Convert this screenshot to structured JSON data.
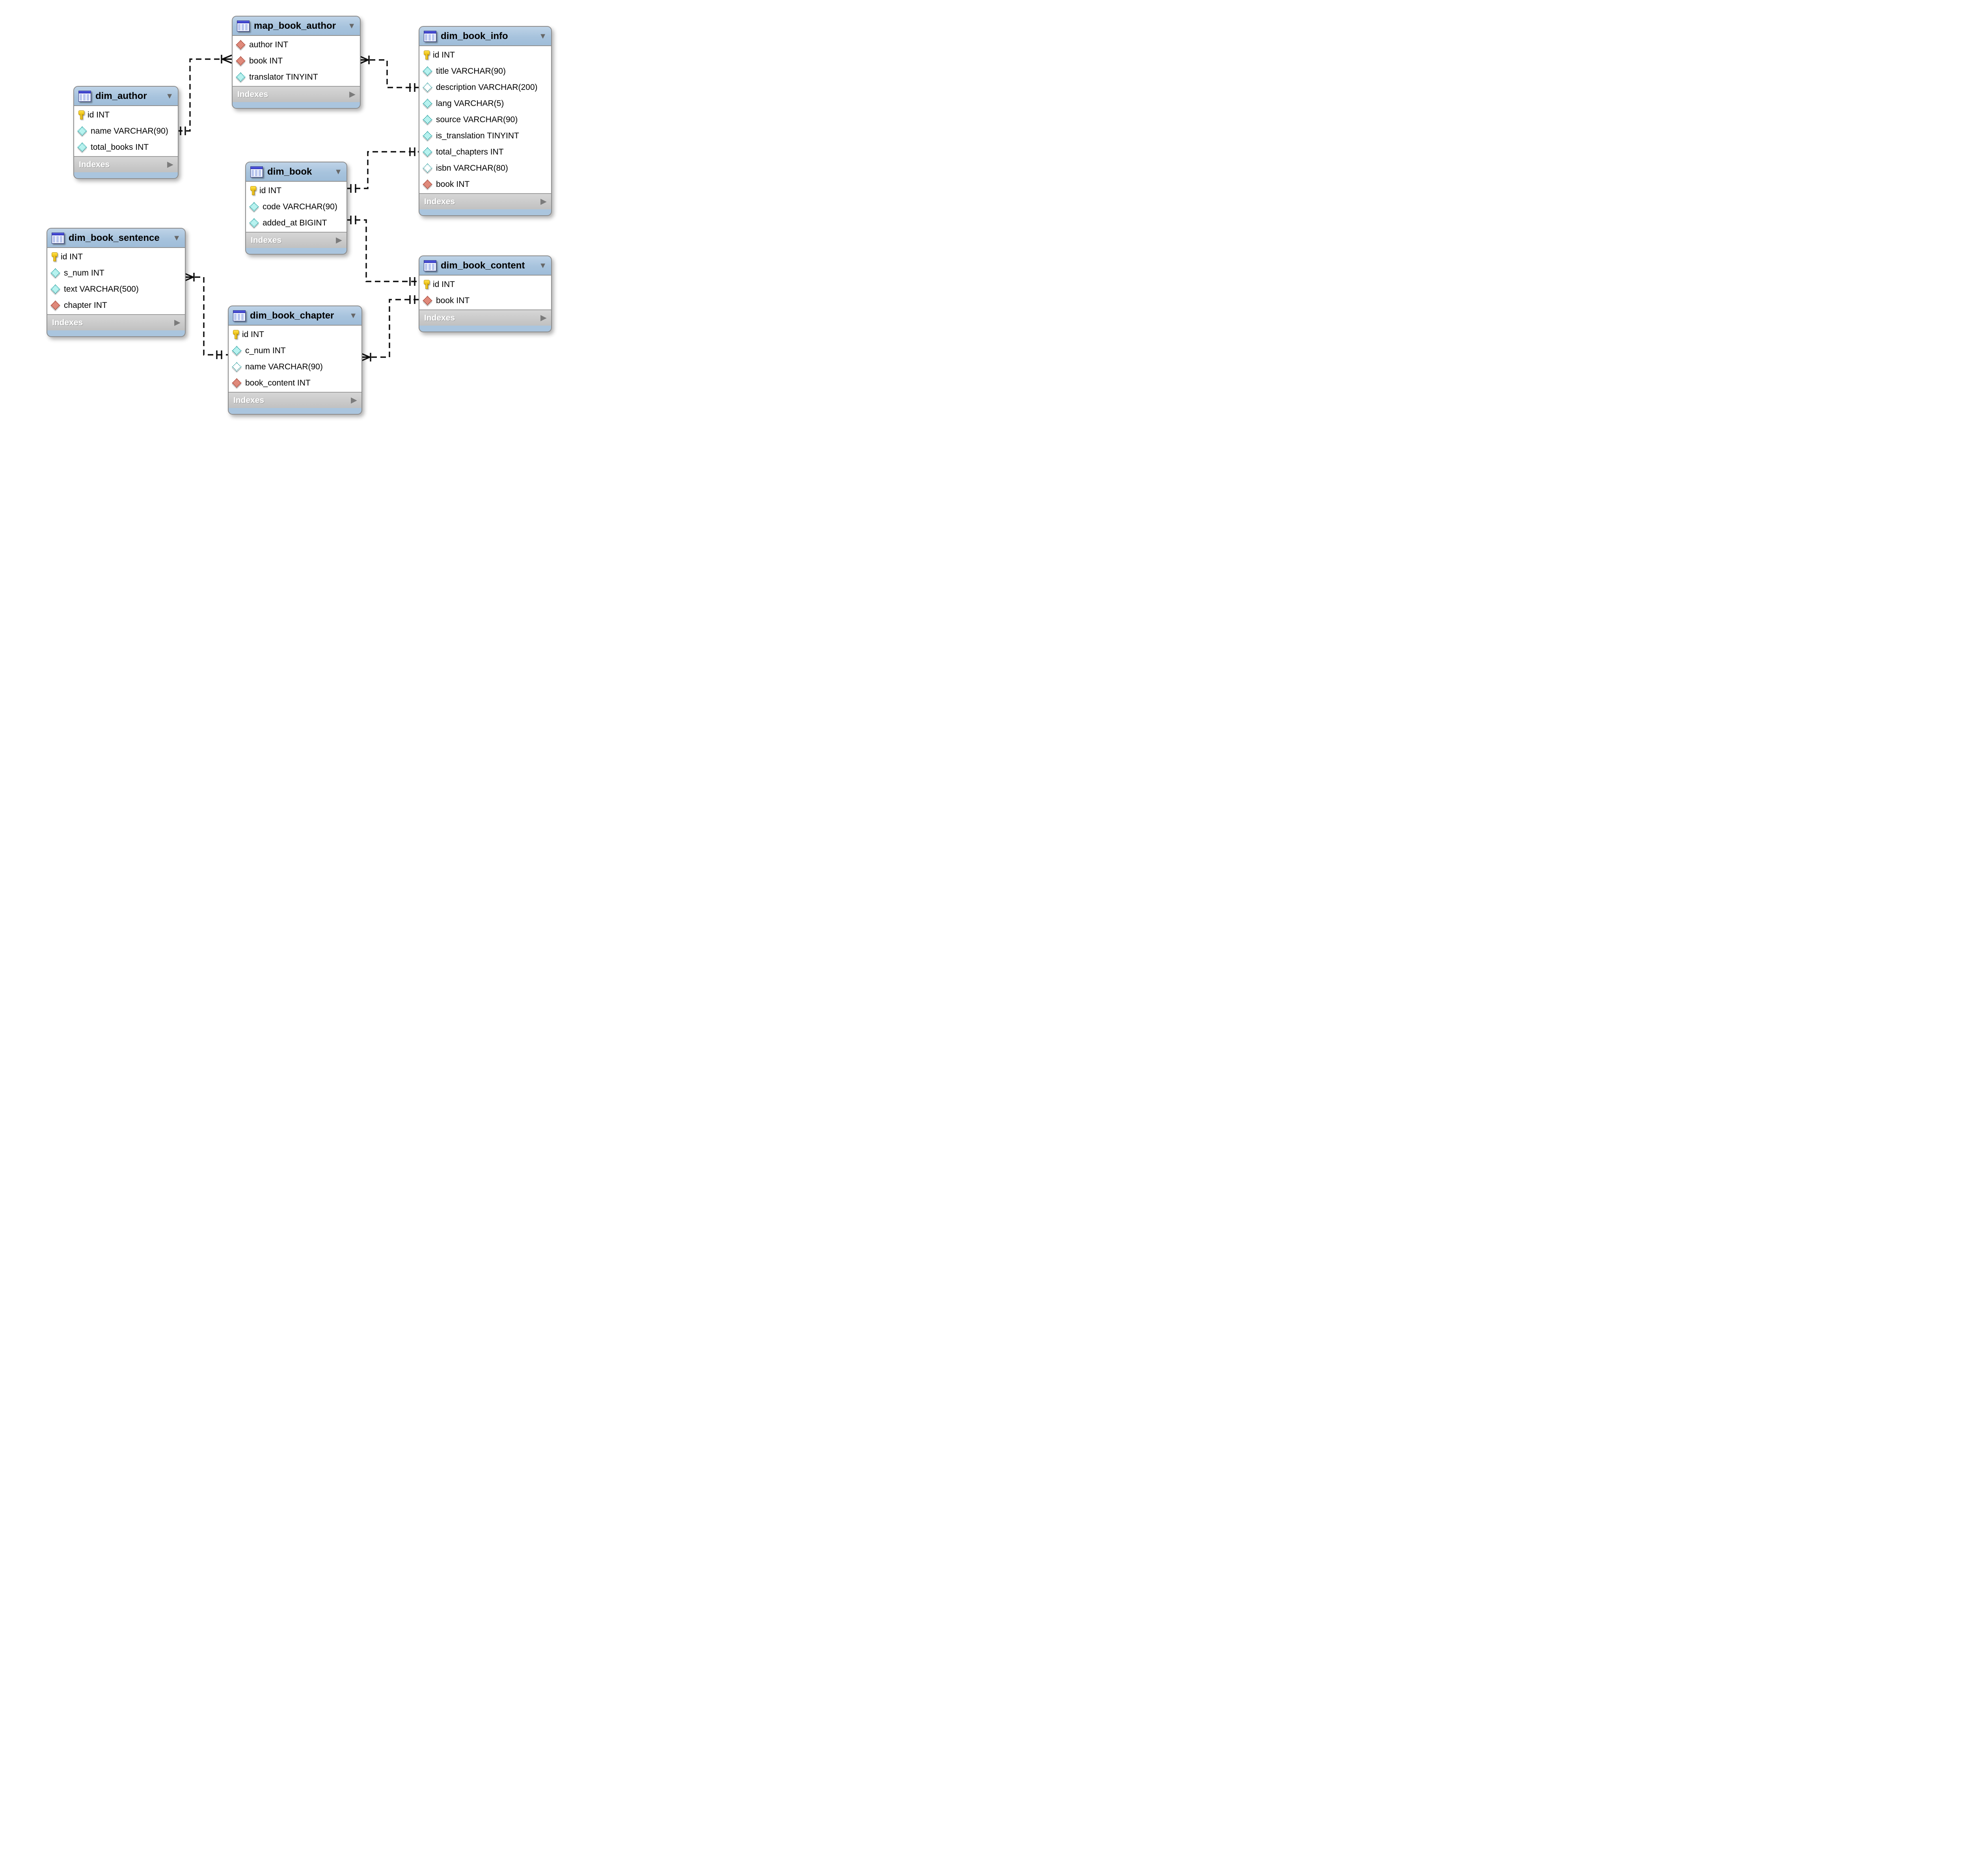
{
  "icons": {
    "collapse_glyph": "▼",
    "expander_glyph": "▶"
  },
  "palette": {
    "header_blue": "#a7c3dd",
    "frame_border": "#8d8d8d",
    "footer_gray": "#c6c6c6",
    "primary_key_gold": "#edbf0b",
    "column_diamond_teal": "#b7f2ef",
    "nullable_diamond_white": "#ffffff",
    "foreign_key_red": "#e08a7b",
    "connector_black": "#0d0d0d",
    "canvas_background": "#ffffff"
  },
  "tables": [
    {
      "title": "map_book_author",
      "footer_label": "Indexes",
      "columns": [
        {
          "label": "author INT",
          "icon": "fk-diamond-icon"
        },
        {
          "label": "book INT",
          "icon": "fk-diamond-icon"
        },
        {
          "label": "translator TINYINT",
          "icon": "column-diamond-icon"
        }
      ]
    },
    {
      "title": "dim_book_info",
      "footer_label": "Indexes",
      "columns": [
        {
          "label": "id INT",
          "icon": "primary-key-icon"
        },
        {
          "label": "title VARCHAR(90)",
          "icon": "column-diamond-icon"
        },
        {
          "label": "description VARCHAR(200)",
          "icon": "column-diamond-nullable-icon"
        },
        {
          "label": "lang VARCHAR(5)",
          "icon": "column-diamond-icon"
        },
        {
          "label": "source VARCHAR(90)",
          "icon": "column-diamond-icon"
        },
        {
          "label": "is_translation TINYINT",
          "icon": "column-diamond-icon"
        },
        {
          "label": "total_chapters INT",
          "icon": "column-diamond-icon"
        },
        {
          "label": "isbn VARCHAR(80)",
          "icon": "column-diamond-nullable-icon"
        },
        {
          "label": "book INT",
          "icon": "fk-diamond-icon"
        }
      ]
    },
    {
      "title": "dim_author",
      "footer_label": "Indexes",
      "columns": [
        {
          "label": "id INT",
          "icon": "primary-key-icon"
        },
        {
          "label": "name VARCHAR(90)",
          "icon": "column-diamond-icon"
        },
        {
          "label": "total_books INT",
          "icon": "column-diamond-icon"
        }
      ]
    },
    {
      "title": "dim_book",
      "footer_label": "Indexes",
      "columns": [
        {
          "label": "id INT",
          "icon": "primary-key-icon"
        },
        {
          "label": "code VARCHAR(90)",
          "icon": "column-diamond-icon"
        },
        {
          "label": "added_at BIGINT",
          "icon": "column-diamond-icon"
        }
      ]
    },
    {
      "title": "dim_book_sentence",
      "footer_label": "Indexes",
      "columns": [
        {
          "label": "id INT",
          "icon": "primary-key-icon"
        },
        {
          "label": "s_num INT",
          "icon": "column-diamond-icon"
        },
        {
          "label": "text VARCHAR(500)",
          "icon": "column-diamond-icon"
        },
        {
          "label": "chapter INT",
          "icon": "fk-diamond-icon"
        }
      ]
    },
    {
      "title": "dim_book_chapter",
      "footer_label": "Indexes",
      "columns": [
        {
          "label": "id INT",
          "icon": "primary-key-icon"
        },
        {
          "label": "c_num INT",
          "icon": "column-diamond-icon"
        },
        {
          "label": "name VARCHAR(90)",
          "icon": "column-diamond-nullable-icon"
        },
        {
          "label": "book_content INT",
          "icon": "fk-diamond-icon"
        }
      ]
    },
    {
      "title": "dim_book_content",
      "footer_label": "Indexes",
      "columns": [
        {
          "label": "id INT",
          "icon": "primary-key-icon"
        },
        {
          "label": "book INT",
          "icon": "fk-diamond-icon"
        }
      ]
    }
  ],
  "relationships": [
    {
      "from_table": "map_book_author",
      "from_cardinality": "many",
      "to_table": "dim_author",
      "to_cardinality": "one",
      "line_style": "dashed"
    },
    {
      "from_table": "map_book_author",
      "from_cardinality": "many",
      "to_table": "dim_book_info",
      "to_cardinality": "one",
      "line_style": "dashed"
    },
    {
      "from_table": "dim_book",
      "from_cardinality": "one",
      "to_table": "dim_book_info",
      "to_cardinality": "one",
      "line_style": "dashed"
    },
    {
      "from_table": "dim_book",
      "from_cardinality": "one",
      "to_table": "dim_book_content",
      "to_cardinality": "one",
      "line_style": "dashed"
    },
    {
      "from_table": "dim_book_sentence",
      "from_cardinality": "many",
      "to_table": "dim_book_chapter",
      "to_cardinality": "one",
      "line_style": "dashed"
    },
    {
      "from_table": "dim_book_chapter",
      "from_cardinality": "many",
      "to_table": "dim_book_content",
      "to_cardinality": "one",
      "line_style": "dashed"
    }
  ]
}
